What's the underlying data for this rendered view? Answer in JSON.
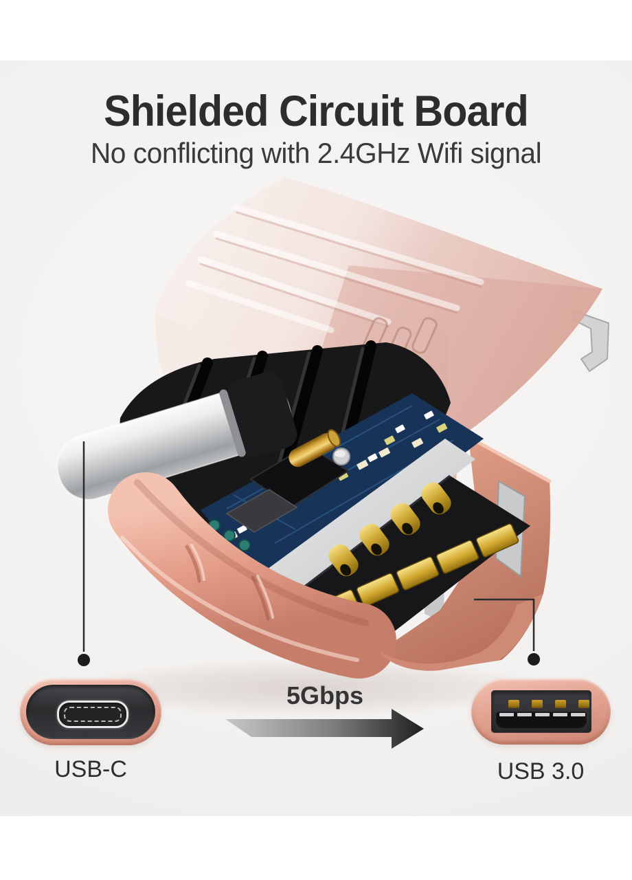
{
  "header": {
    "title": "Shielded Circuit Board",
    "subtitle": "No conflicting with 2.4GHz Wifi signal"
  },
  "diagram": {
    "device_name": "USB-C to USB 3.0 adapter, exploded view",
    "speed_label": "5Gbps",
    "connectors": [
      {
        "id": "usb-c",
        "label": "USB-C"
      },
      {
        "id": "usb-3.0",
        "label": "USB 3.0"
      }
    ],
    "icons": [
      "usb-c-port-icon",
      "usb-a-port-icon",
      "speed-arrow-icon",
      "callout-dot-icon"
    ],
    "colors": {
      "page_bg": "#ffffff",
      "panel_bg": "#f3f1ef",
      "rose_gold": "#e3a291",
      "translucent_cover": "#ecc4bb",
      "pcb_blue": "#173357",
      "pin_gold": "#d1a82f",
      "metal_silver": "#c2c4c6",
      "plastic_black": "#181819",
      "arrow_dark": "#1e1e1e",
      "text_dark": "#2d2d2f"
    }
  }
}
